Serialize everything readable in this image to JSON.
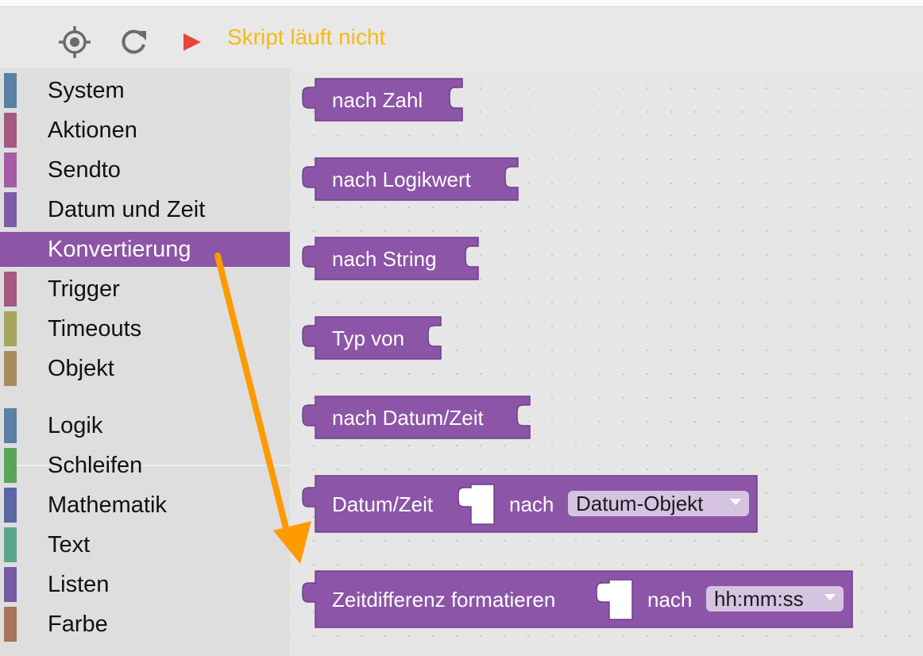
{
  "toolbar": {
    "icons": [
      "crosshair-icon",
      "refresh-icon",
      "play-icon"
    ],
    "status_text": "Skript läuft nicht",
    "colors": {
      "status": "#f6b915",
      "play": "#e8453c",
      "icon": "#6b6b6b"
    }
  },
  "sidebar": {
    "selected": "Konvertierung",
    "categories": [
      {
        "label": "System",
        "color": "#5b80a5"
      },
      {
        "label": "Aktionen",
        "color": "#a55b80"
      },
      {
        "label": "Sendto",
        "color": "#a55ba5"
      },
      {
        "label": "Datum und Zeit",
        "color": "#805ba5"
      },
      {
        "label": "Konvertierung",
        "color": "#8c55a7"
      },
      {
        "label": "Trigger",
        "color": "#a55b80"
      },
      {
        "label": "Timeouts",
        "color": "#a5a55b"
      },
      {
        "label": "Objekt",
        "color": "#a58c5b"
      },
      {
        "label": "Logik",
        "color": "#5b80a5"
      },
      {
        "label": "Schleifen",
        "color": "#5ba55b"
      },
      {
        "label": "Mathematik",
        "color": "#5b67a5"
      },
      {
        "label": "Text",
        "color": "#5ba58c"
      },
      {
        "label": "Listen",
        "color": "#745ba5"
      },
      {
        "label": "Farbe",
        "color": "#a5745b"
      }
    ]
  },
  "blocks": {
    "to_number": "nach Zahl",
    "to_boolean": "nach Logikwert",
    "to_string": "nach String",
    "type_of": "Typ von",
    "to_datetime": "nach Datum/Zeit",
    "datetime_convert": {
      "label": "Datum/Zeit",
      "nach": "nach",
      "dropdown": "Datum-Objekt"
    },
    "timediff_format": {
      "label": "Zeitdifferenz formatieren",
      "nach": "nach",
      "dropdown": "hh:mm:ss"
    },
    "colors": {
      "block": "#8c55a7",
      "block_border": "#6f3f88",
      "dropdown": "#d6c3e2",
      "annotation_arrow": "#ff9a00"
    }
  }
}
